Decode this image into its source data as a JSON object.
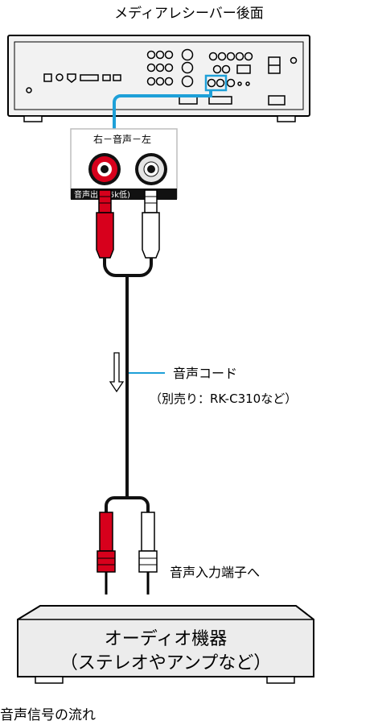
{
  "receiver_title": "メディアレシーバー後面",
  "jack_panel": {
    "top_label": "右－音声－左",
    "bottom_label": "音声出力(5k低)"
  },
  "cable_label": "音声コード",
  "cable_note": "（別売り：RK-C310など）",
  "input_label": "音声入力端子へ",
  "device": {
    "line1": "オーディオ機器",
    "line2": "（ステレオやアンプなど）"
  },
  "legend_label": "音声信号の流れ",
  "colors": {
    "highlight": "#1ea0d8",
    "red_plug": "#d7001c",
    "cable": "#111111",
    "device_fill": "#ececec",
    "receiver_fill": "#f2f2f2"
  }
}
